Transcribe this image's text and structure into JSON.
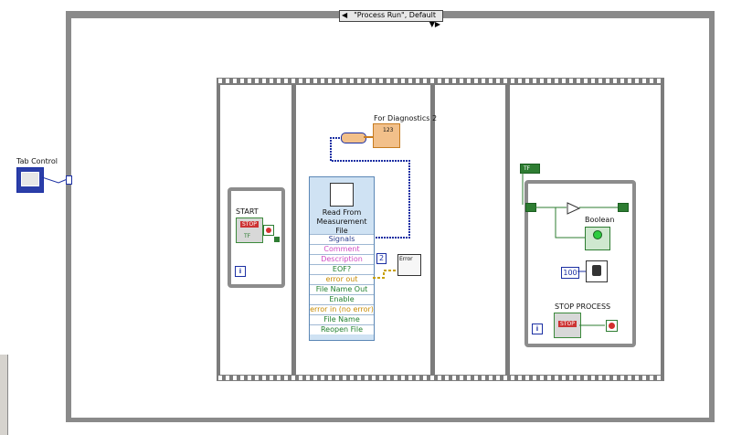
{
  "case_selector": {
    "label": "\"Process Run\", Default"
  },
  "tab_control": {
    "label": "Tab Control"
  },
  "frame1": {
    "start_label": "START",
    "stop_text": "STOP",
    "tf_text": "TF"
  },
  "frame2": {
    "diag_label": "For Diagnostics 2",
    "diag_value": "123",
    "express_title": "Read From Measurement File",
    "terminals": [
      {
        "label": "Signals",
        "color": "blue"
      },
      {
        "label": "Comment",
        "color": "pink"
      },
      {
        "label": "Description",
        "color": "pink"
      },
      {
        "label": "EOF?",
        "color": "green"
      },
      {
        "label": "error out",
        "color": "orange"
      },
      {
        "label": "File Name Out",
        "color": "green"
      },
      {
        "label": "Enable",
        "color": "green"
      },
      {
        "label": "error in (no error)",
        "color": "orange"
      },
      {
        "label": "File Name",
        "color": "green"
      },
      {
        "label": "Reopen File",
        "color": "green"
      }
    ],
    "const_value": "2",
    "error_label": "Error"
  },
  "frame4": {
    "tf_const": "TF",
    "boolean_label": "Boolean",
    "wait_value": "100",
    "stop_label": "STOP PROCESS",
    "stop_text": "STOP"
  },
  "colors": {
    "case_frame": "#8a8a8a",
    "seq_frame": "#7c7c7c",
    "wire_blue": "#1b2fa3",
    "wire_green": "#2e7d32",
    "wire_error": "#c8a000"
  }
}
